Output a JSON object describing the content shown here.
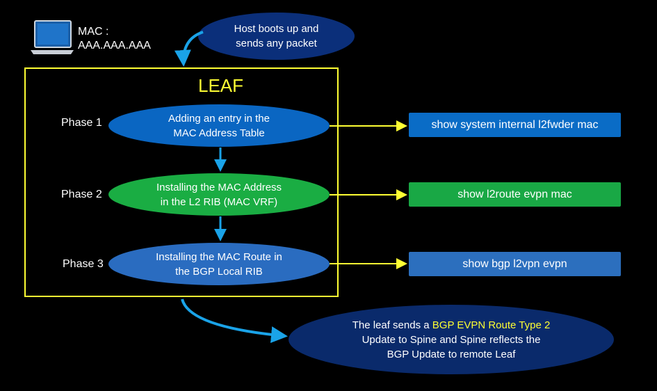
{
  "host": {
    "mac_label": "MAC :",
    "mac_value": "AAA.AAA.AAA",
    "boots_line1": "Host boots up and",
    "boots_line2": "sends any packet"
  },
  "leaf": {
    "title": "LEAF",
    "phases": [
      {
        "label": "Phase 1",
        "line1": "Adding an entry in the",
        "line2": "MAC Address Table",
        "command": "show system internal l2fwder mac"
      },
      {
        "label": "Phase 2",
        "line1": "Installing the MAC Address",
        "line2": "in the L2 RIB (MAC VRF)",
        "command": "show l2route evpn mac"
      },
      {
        "label": "Phase 3",
        "line1": "Installing the MAC Route in",
        "line2": "the BGP Local RIB",
        "command": "show bgp l2vpn evpn"
      }
    ]
  },
  "final": {
    "line1_prefix": "The leaf sends a ",
    "line1_highlight": "BGP EVPN Route Type 2",
    "line2": "Update to Spine and Spine reflects the",
    "line3": "BGP Update to remote Leaf"
  },
  "colors": {
    "leaf_border": "#ffff33",
    "phase1": "#0a66c2",
    "phase2": "#1aad43",
    "phase3": "#2a6cc0",
    "arrow_yellow": "#ffff33",
    "arrow_blue": "#1aa3e8"
  },
  "icons": {
    "host": "laptop-icon"
  }
}
